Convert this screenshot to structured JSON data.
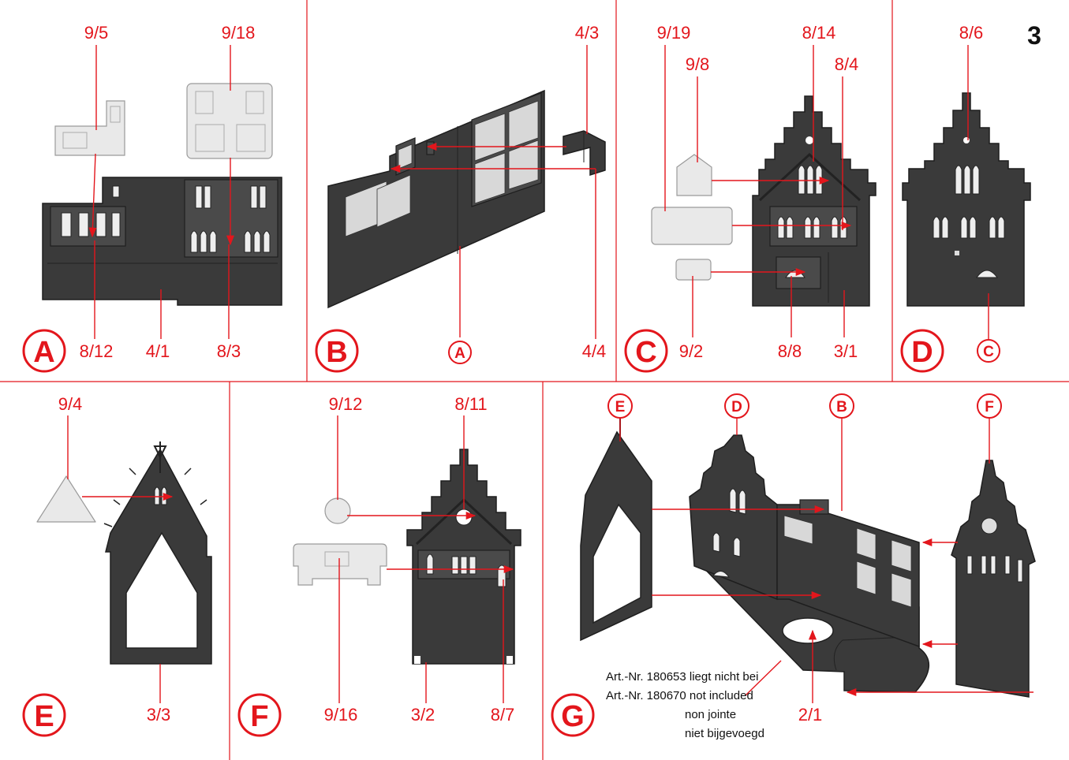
{
  "page_number": "3",
  "colors": {
    "accent": "#e3161c",
    "part_dark": "#3a3a3a",
    "part_clear": "#e9e9e9"
  },
  "panels": {
    "A": {
      "step": "A",
      "labels": [
        "9/5",
        "9/18",
        "8/12",
        "4/1",
        "8/3"
      ]
    },
    "B": {
      "step": "B",
      "ref": "A",
      "labels": [
        "4/3",
        "4/4"
      ]
    },
    "C": {
      "step": "C",
      "labels": [
        "9/19",
        "9/8",
        "8/14",
        "8/4",
        "9/2",
        "8/8",
        "3/1"
      ]
    },
    "D": {
      "step": "D",
      "ref": "C",
      "labels": [
        "8/6"
      ]
    },
    "E": {
      "step": "E",
      "labels": [
        "9/4",
        "3/3"
      ]
    },
    "F": {
      "step": "F",
      "labels": [
        "9/12",
        "8/11",
        "9/16",
        "3/2",
        "8/7"
      ]
    },
    "G": {
      "step": "G",
      "refs": [
        "E",
        "D",
        "B",
        "F"
      ],
      "labels": [
        "2/1"
      ]
    }
  },
  "note_lines": [
    "Art.-Nr. 180653 liegt nicht bei",
    "Art.-Nr. 180670 not included",
    "non jointe",
    "niet bijgevoegd"
  ]
}
